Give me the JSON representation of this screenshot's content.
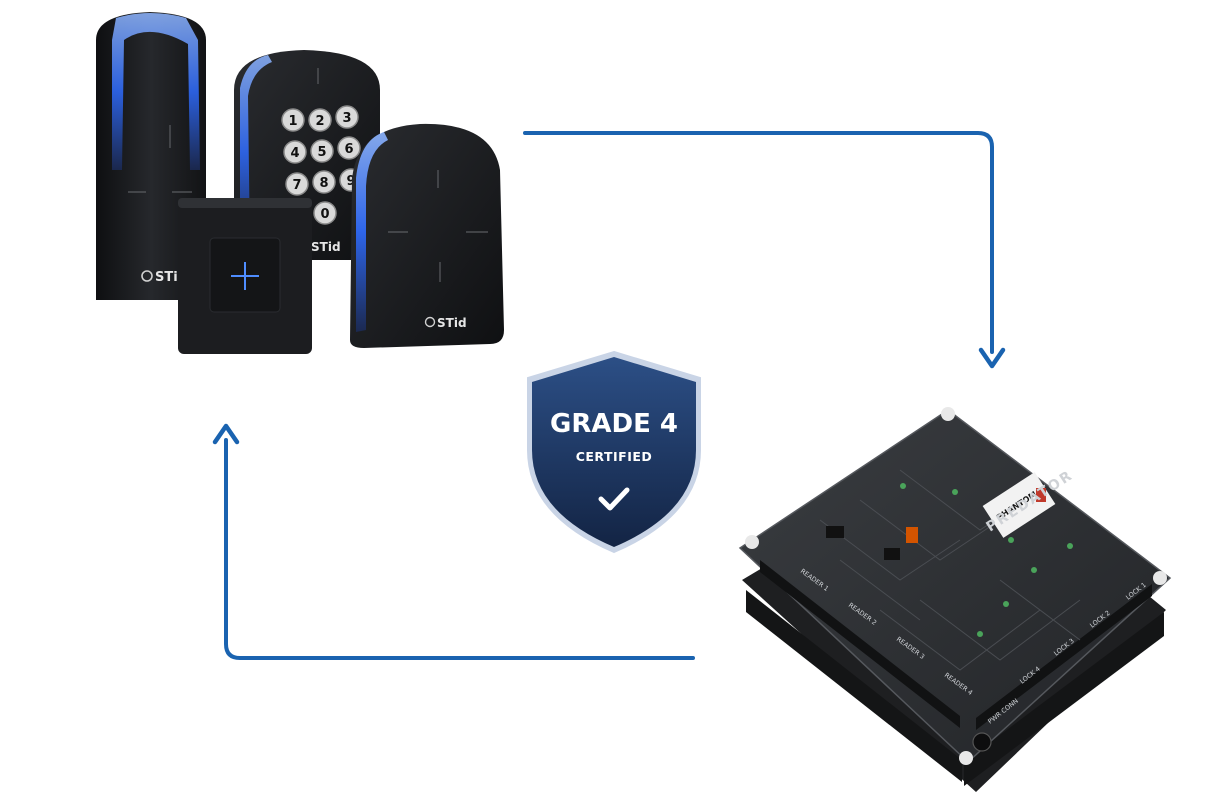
{
  "badge": {
    "line1": "GRADE 4",
    "line2": "CERTIFIED",
    "check_icon": "check-icon"
  },
  "readers": {
    "brand_label": "STid",
    "keypad_keys": [
      "1",
      "2",
      "3",
      "4",
      "5",
      "6",
      "7",
      "8",
      "9",
      "0"
    ]
  },
  "controller": {
    "brand_label": "PREDATOR",
    "sticker_label": "PHANTOM",
    "port_labels": [
      "READER 1",
      "READER 2",
      "READER 3",
      "READER 4",
      "LOCK 1",
      "LOCK 2",
      "LOCK 3",
      "LOCK 4",
      "PWR CONN"
    ]
  },
  "colors": {
    "arrow": "#1a63b0",
    "shield_dark": "#16294d",
    "shield_light": "#2c4f86",
    "reader_body": "#18191c",
    "reader_accent": "#3b7bff",
    "board": "#2b2d30",
    "terminal": "#1b1c1e"
  }
}
